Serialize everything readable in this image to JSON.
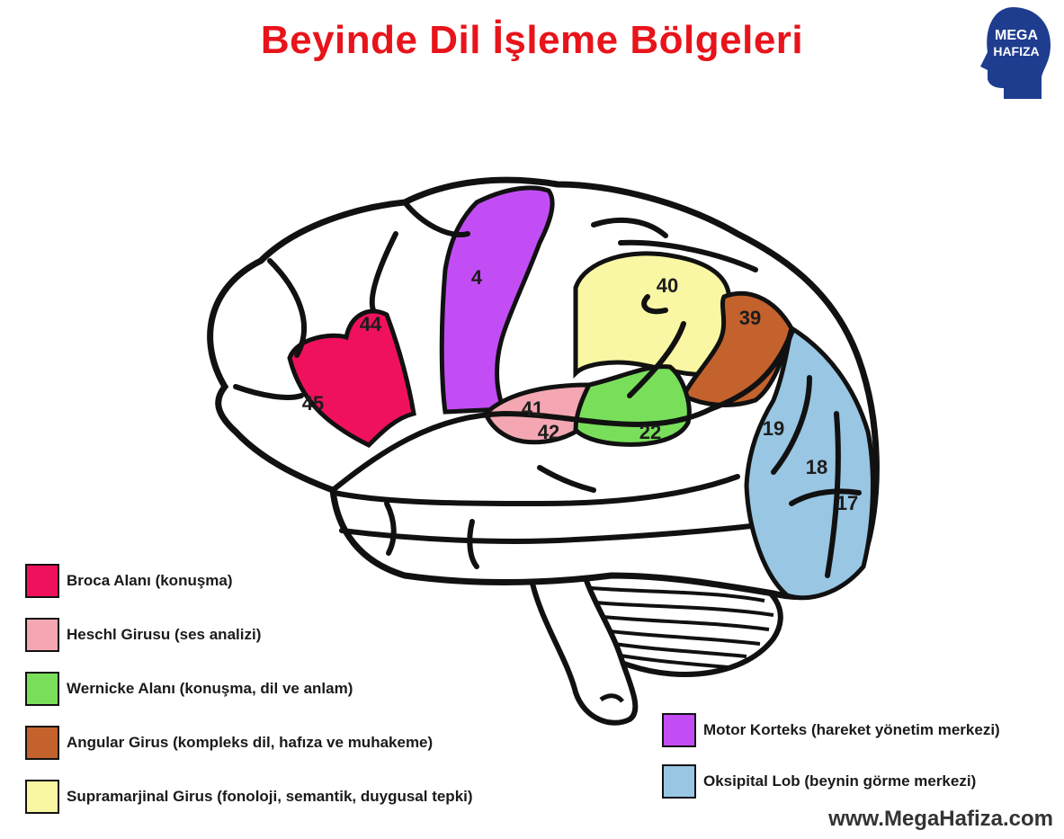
{
  "title": "Beyinde Dil İşleme Bölgeleri",
  "logo": {
    "line1": "MEGA",
    "line2": "HAFIZA",
    "color": "#1f3d8f"
  },
  "areas": [
    {
      "number": "44",
      "color": "#f0115e"
    },
    {
      "number": "45",
      "color": "#f0115e"
    },
    {
      "number": "4",
      "color": "#c34df5"
    },
    {
      "number": "40",
      "color": "#f9f7a3"
    },
    {
      "number": "39",
      "color": "#c4622d"
    },
    {
      "number": "41",
      "color": "#f4a7b3"
    },
    {
      "number": "42",
      "color": "#f4a7b3"
    },
    {
      "number": "22",
      "color": "#79df5b"
    },
    {
      "number": "19",
      "color": "#98c6e3"
    },
    {
      "number": "18",
      "color": "#98c6e3"
    },
    {
      "number": "17",
      "color": "#98c6e3"
    }
  ],
  "legend_left": [
    {
      "label": "Broca Alanı (konuşma)",
      "color": "#f0115e"
    },
    {
      "label": "Heschl Girusu (ses analizi)",
      "color": "#f4a7b3"
    },
    {
      "label": "Wernicke Alanı (konuşma, dil ve anlam)",
      "color": "#79df5b"
    },
    {
      "label": "Angular Girus (kompleks dil, hafıza ve muhakeme)",
      "color": "#c4622d"
    },
    {
      "label": "Supramarjinal Girus (fonoloji, semantik, duygusal tepki)",
      "color": "#f9f7a3"
    }
  ],
  "legend_right": [
    {
      "label": "Motor Korteks (hareket yönetim merkezi)",
      "color": "#c34df5"
    },
    {
      "label": "Oksipital Lob (beynin görme merkezi)",
      "color": "#98c6e3"
    }
  ],
  "website": "www.MegaHafiza.com"
}
